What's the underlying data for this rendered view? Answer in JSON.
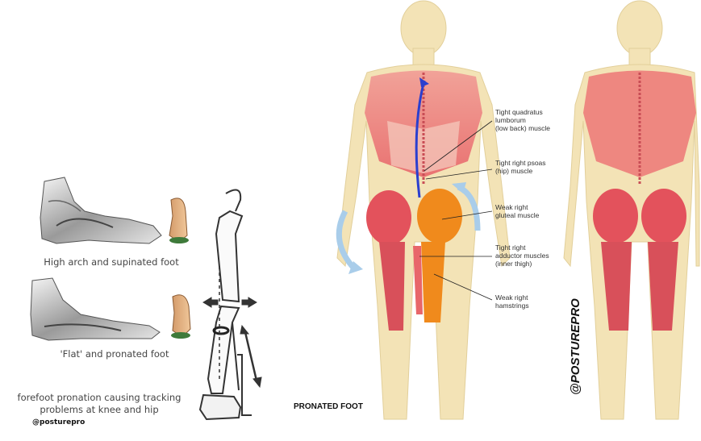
{
  "left_panel": {
    "caption_high_arch": "High arch and supinated foot",
    "caption_flat": "'Flat' and pronated foot",
    "caption_forefoot_line1": "forefoot pronation causing tracking",
    "caption_forefoot_line2": "problems at knee and hip",
    "handle": "@posturepro"
  },
  "center_panel": {
    "title": "PRONATED FOOT",
    "labels": {
      "quadratus_1": "Tight quadratus",
      "quadratus_2": "lumborum",
      "quadratus_3": "(low back) muscle",
      "psoas_1": "Tight right psoas",
      "psoas_2": "(hip) muscle",
      "gluteal_1": "Weak right",
      "gluteal_2": "gluteal muscle",
      "adductor_1": "Tight right",
      "adductor_2": "adductor muscles",
      "adductor_3": "(inner thigh)",
      "hamstrings_1": "Weak right",
      "hamstrings_2": "hamstrings"
    }
  },
  "right_panel": {
    "vertical_handle": "@POSTUREPRO"
  },
  "colors": {
    "skin": "#f3e3b6",
    "muscle": "#e8666a",
    "muscle_light": "#f0a39a",
    "weak": "#f08a1c",
    "arrow_blue": "#2b3fcf",
    "arrow_light": "#a9cdea"
  }
}
